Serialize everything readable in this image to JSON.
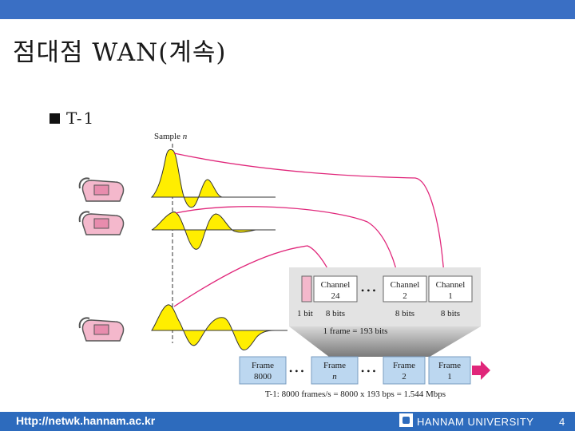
{
  "slide": {
    "title": "점대점 WAN(계속)",
    "bullet": "T-1"
  },
  "diagram": {
    "sample_label": "Sample n",
    "channels": [
      {
        "name": "Channel",
        "num": "24",
        "bits": "8 bits"
      },
      {
        "name": "Channel",
        "num": "2",
        "bits": "8 bits"
      },
      {
        "name": "Channel",
        "num": "1",
        "bits": "8 bits"
      }
    ],
    "framing_bit": "1 bit",
    "dots": "• • •",
    "frame_size": "1 frame = 193 bits",
    "frames": [
      {
        "name": "Frame",
        "num": "8000"
      },
      {
        "name": "Frame",
        "num": "n"
      },
      {
        "name": "Frame",
        "num": "2"
      },
      {
        "name": "Frame",
        "num": "1"
      }
    ],
    "t1_rate": "T-1: 8000 frames/s = 8000 x 193 bps = 1.544 Mbps"
  },
  "footer": {
    "url": "Http://netwk.hannam.ac.kr",
    "university": "HANNAM UNIVERSITY",
    "page": "4"
  },
  "colors": {
    "top_bar": "#3a6fc4",
    "footer_bar": "#2d6bbd",
    "wave_fill": "#ffee00",
    "arrow": "#e0267a",
    "frame_box": "#bcd7f0"
  }
}
